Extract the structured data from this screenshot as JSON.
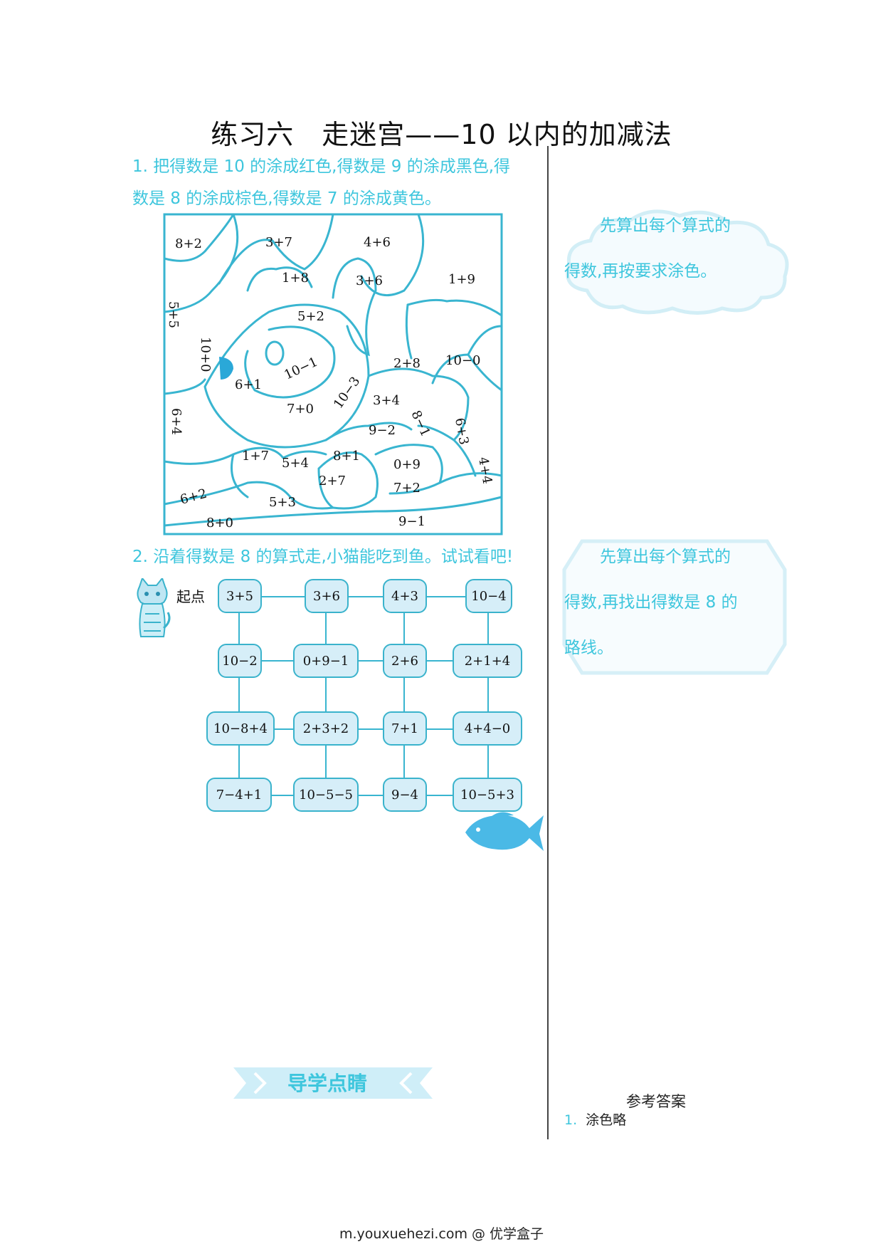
{
  "title": "练习六　走迷宫——10 以内的加减法",
  "q1": {
    "text_line1": "1. 把得数是 10 的涂成红色,得数是 9 的涂成黑色,得",
    "text_line2": "数是 8 的涂成棕色,得数是 7 的涂成黄色。"
  },
  "coloring_labels": [
    {
      "id": "a1",
      "text": "8+2"
    },
    {
      "id": "a2",
      "text": "3+7"
    },
    {
      "id": "a3",
      "text": "4+6"
    },
    {
      "id": "a4",
      "text": "1+8"
    },
    {
      "id": "a5",
      "text": "3+6"
    },
    {
      "id": "a6",
      "text": "1+9"
    },
    {
      "id": "a7",
      "text": "5+5"
    },
    {
      "id": "a8",
      "text": "5+2"
    },
    {
      "id": "a9",
      "text": "10+0"
    },
    {
      "id": "a10",
      "text": "10−1"
    },
    {
      "id": "a11",
      "text": "2+8"
    },
    {
      "id": "a12",
      "text": "10−0"
    },
    {
      "id": "a13",
      "text": "6+1"
    },
    {
      "id": "a14",
      "text": "10−3"
    },
    {
      "id": "a15",
      "text": "7+0"
    },
    {
      "id": "a16",
      "text": "3+4"
    },
    {
      "id": "a17",
      "text": "6+4"
    },
    {
      "id": "a18",
      "text": "8−1"
    },
    {
      "id": "a19",
      "text": "9−2"
    },
    {
      "id": "a20",
      "text": "6+3"
    },
    {
      "id": "a21",
      "text": "1+7"
    },
    {
      "id": "a22",
      "text": "5+4"
    },
    {
      "id": "a23",
      "text": "8+1"
    },
    {
      "id": "a24",
      "text": "0+9"
    },
    {
      "id": "a25",
      "text": "4+4"
    },
    {
      "id": "a26",
      "text": "2+7"
    },
    {
      "id": "a27",
      "text": "7+2"
    },
    {
      "id": "a28",
      "text": "6+2"
    },
    {
      "id": "a29",
      "text": "5+3"
    },
    {
      "id": "a30",
      "text": "8+0"
    },
    {
      "id": "a31",
      "text": "9−1"
    }
  ],
  "tip1": {
    "line1": "先算出每个算式的",
    "line2": "得数,再按要求涂色。"
  },
  "q2": {
    "text": "2. 沿着得数是 8 的算式走,小猫能吃到鱼。试试看吧!",
    "start_label": "起点"
  },
  "maze_rows": [
    [
      "3+5",
      "3+6",
      "4+3",
      "10−4"
    ],
    [
      "10−2",
      "0+9−1",
      "2+6",
      "2+1+4"
    ],
    [
      "10−8+4",
      "2+3+2",
      "7+1",
      "4+4−0"
    ],
    [
      "7−4+1",
      "10−5−5",
      "9−4",
      "10−5+3"
    ]
  ],
  "tip2": {
    "line1": "先算出每个算式的",
    "line2": "得数,再找出得数是 8 的",
    "line3": "路线。"
  },
  "banner": "导学点睛",
  "answers": {
    "title": "参考答案",
    "num": "1.",
    "text": "涂色略"
  },
  "footer": "m.youxuehezi.com @ 优学盒子",
  "colors": {
    "accent": "#3ec6dd",
    "line": "#39b5d0",
    "node_fill": "#d6eef8"
  }
}
